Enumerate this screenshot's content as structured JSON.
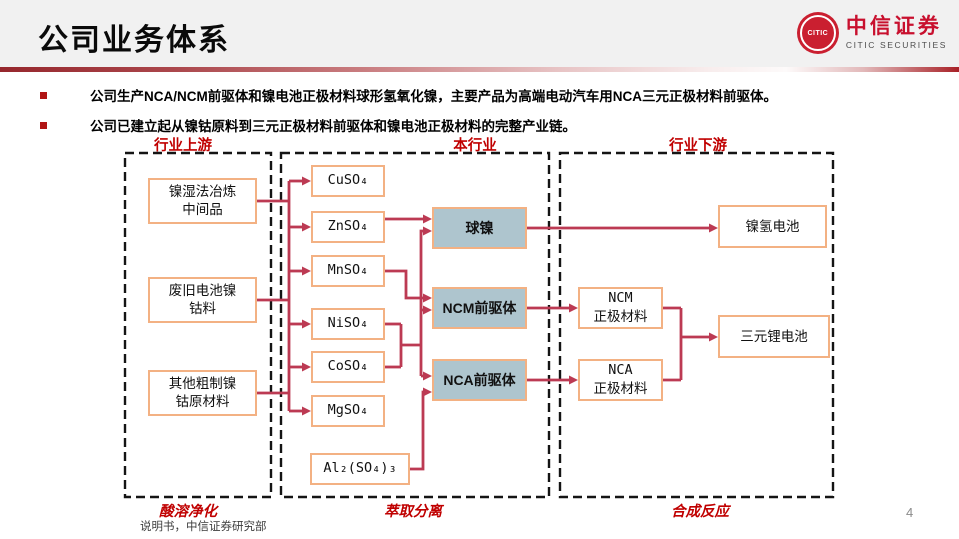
{
  "slide": {
    "title": "公司业务体系",
    "page_number": "4",
    "source_note": "说明书，中信证券研究部"
  },
  "logo": {
    "monogram": "CITIC",
    "name_cn": "中信证券",
    "name_en": "CITIC SECURITIES"
  },
  "bullets": [
    "公司生产NCA/NCM前驱体和镍电池正极材料球形氢氧化镍，主要产品为高端电动汽车用NCA三元正极材料前驱体。",
    "公司已建立起从镍钴原料到三元正极材料前驱体和镍电池正极材料的完整产业链。"
  ],
  "diagram": {
    "section_labels": [
      "行业上游",
      "本行业",
      "行业下游"
    ],
    "process_labels": [
      "酸溶净化",
      "萃取分离",
      "合成反应"
    ],
    "upstream": [
      {
        "line1": "镍湿法冶炼",
        "line2": "中间品"
      },
      {
        "line1": "废旧电池镍",
        "line2": "钴料"
      },
      {
        "line1": "其他粗制镍",
        "line2": "钴原材料"
      }
    ],
    "chemicals": [
      "CuSO₄",
      "ZnSO₄",
      "MnSO₄",
      "NiSO₄",
      "CoSO₄",
      "MgSO₄",
      "Al₂(SO₄)₃"
    ],
    "products": [
      "球镍",
      "NCM前驱体",
      "NCA前驱体"
    ],
    "downstream": {
      "nimh": "镍氢电池",
      "ncm_cathode": {
        "line1": "NCM",
        "line2": "正极材料"
      },
      "nca_cathode": {
        "line1": "NCA",
        "line2": "正极材料"
      },
      "ternary": "三元锂电池"
    }
  },
  "colors": {
    "accent_red": "#C00000",
    "flow_line": "#BC3A53",
    "box_border": "#F3B183",
    "product_fill": "#AEC5CE",
    "brand_red": "#CA1F30"
  }
}
